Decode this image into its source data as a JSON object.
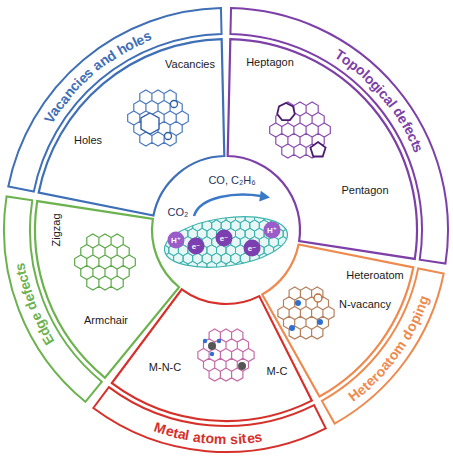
{
  "diagram": {
    "nodes": [
      {
        "text": [
          "Vacancies and holes"
        ]
      },
      {
        "text": [
          "Topological defects"
        ]
      },
      {
        "text": [
          "Heteroatom doping"
        ]
      },
      {
        "text": [
          "Metal atom sites"
        ]
      },
      {
        "text": [
          "Edge defects"
        ]
      },
      {
        "text": [
          "Vacancies",
          "Holes"
        ]
      },
      {
        "text": [
          "Heptagon",
          "Pentagon"
        ]
      },
      {
        "text": [
          "Heteroatom",
          "N-vacancy"
        ]
      },
      {
        "text": [
          "M-C",
          "M-N-C"
        ]
      },
      {
        "text": [
          "Zigzag",
          "Armchair"
        ]
      }
    ],
    "labels": [
      "CO, C₂H₆",
      "CO₂",
      "e⁻",
      "e⁻",
      "e⁻",
      "H⁺",
      "H⁺"
    ]
  }
}
